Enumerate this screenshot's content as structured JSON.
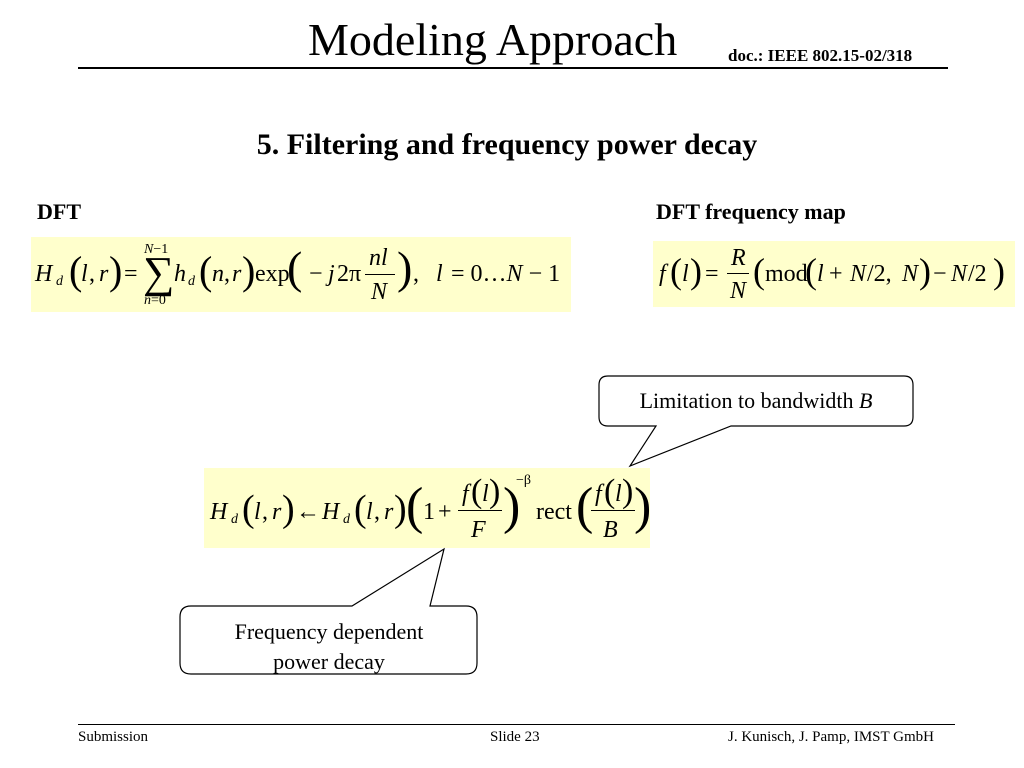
{
  "header": {
    "title": "Modeling Approach",
    "doc_ref": "doc.: IEEE 802.15-02/318"
  },
  "subtitle": "5. Filtering and frequency power decay",
  "sections": {
    "dft_label": "DFT",
    "map_label": "DFT frequency map"
  },
  "equations": {
    "dft": "H_d(l,r) = Σ_{n=0}^{N−1} h_d(n,r) exp(−j2π nl/N),   l = 0…N−1",
    "freq_map": "f(l) = R/N (mod(l + N/2, N) − N/2)",
    "filter": "H_d(l,r) ← H_d(l,r) (1 + f(l)/F)^(−β) rect(f(l)/B)"
  },
  "callouts": {
    "bandwidth": {
      "text": "Limitation to bandwidth ",
      "var": "B"
    },
    "decay": {
      "line1": "Frequency dependent",
      "line2": "power decay"
    }
  },
  "footer": {
    "left": "Submission",
    "center": "Slide 23",
    "right": "J. Kunisch, J. Pamp, IMST GmbH"
  },
  "colors": {
    "equation_background": "#ffffcc",
    "text": "#000000",
    "background": "#ffffff"
  }
}
